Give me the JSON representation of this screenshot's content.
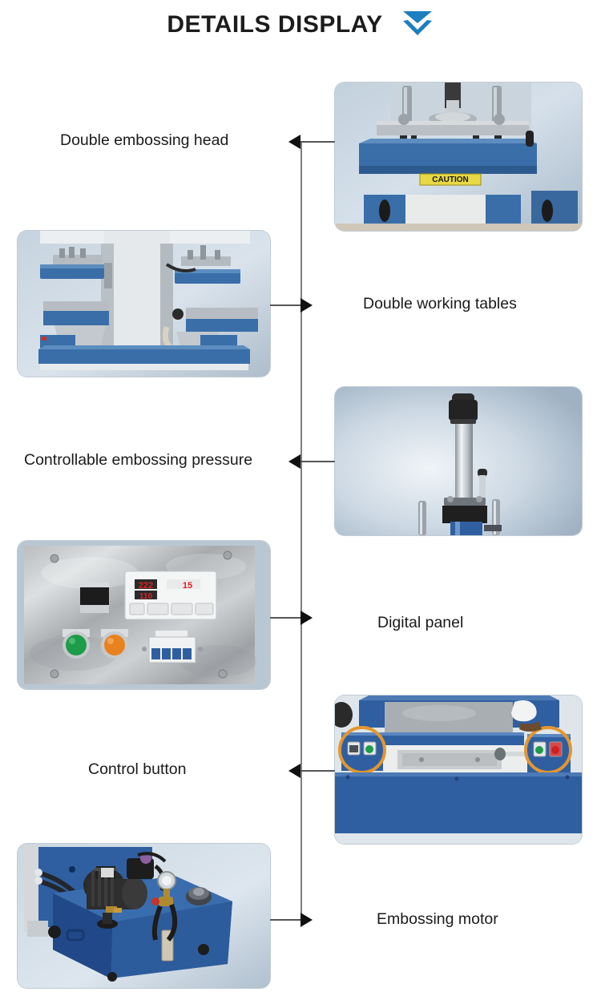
{
  "header": {
    "title": "DETAILS DISPLAY",
    "chevron_icon": "double-chevron-down-icon",
    "chevron_color": "#1b7fc0"
  },
  "theme": {
    "background": "#ffffff",
    "text_color": "#1a1a1a",
    "spine_color": "#7f7f7f",
    "arrow_color": "#111111",
    "photo_bg_top": "#b9c9d6",
    "photo_bg_bottom": "#aebecd",
    "machine_blue": "#2f63a4",
    "machine_blue_dark": "#1f4a80",
    "steel_gray": "#b6bcc2",
    "annotation_orange": "#e3962f",
    "caution_yellow": "#e8d844",
    "led_red": "#e02020",
    "button_green": "#1d9c4a",
    "button_orange": "#e8821e",
    "button_red": "#cc2222"
  },
  "rows": [
    {
      "label": "Double embossing head",
      "label_side": "left",
      "image_side": "right",
      "image_name": "double-embossing-head-photo",
      "arrow_direction": "left"
    },
    {
      "label": "Double working tables",
      "label_side": "right",
      "image_side": "left",
      "image_name": "double-working-tables-photo",
      "arrow_direction": "right"
    },
    {
      "label": "Controllable embossing pressure",
      "label_side": "left",
      "image_side": "right",
      "image_name": "embossing-pressure-cylinder-photo",
      "arrow_direction": "left"
    },
    {
      "label": "Digital panel",
      "label_side": "right",
      "image_side": "left",
      "image_name": "digital-panel-photo",
      "arrow_direction": "right"
    },
    {
      "label": "Control button",
      "label_side": "left",
      "image_side": "right",
      "image_name": "control-button-photo",
      "arrow_direction": "left"
    },
    {
      "label": "Embossing motor",
      "label_side": "right",
      "image_side": "left",
      "image_name": "embossing-motor-photo",
      "arrow_direction": "right"
    }
  ],
  "photo_details": {
    "embossing_head": {
      "caution_label": "CAUTION"
    },
    "digital_panel": {
      "display_top": "222",
      "display_bottom": "110",
      "display_right": "15"
    }
  }
}
